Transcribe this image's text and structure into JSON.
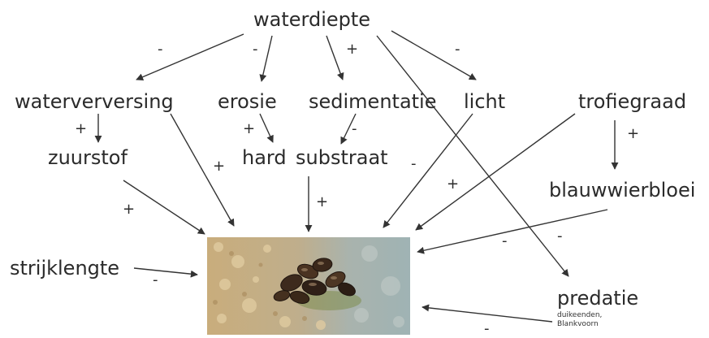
{
  "nodes": {
    "waterdiepte": "waterdiepte",
    "waterverversing": "waterverversing",
    "erosie": "erosie",
    "sedimentatie": "sedimentatie",
    "licht": "licht",
    "trofiegraad": "trofiegraad",
    "zuurstof": "zuurstof",
    "hard": "hard",
    "substraat": "substraat",
    "blauwwierbloei": "blauwwierbloei",
    "strijklengte": "strijklengte",
    "predatie": "predatie"
  },
  "predatie_note_1": "duikeenden,",
  "predatie_note_2": "Blankvoorn",
  "signs": {
    "waterdiepte_waterverversing": "-",
    "waterdiepte_erosie": "-",
    "waterdiepte_sedimentatie": "+",
    "waterdiepte_licht": "-",
    "waterverversing_zuurstof": "+",
    "waterverversing_photo": "+",
    "erosie_hard": "+",
    "sedimentatie_substraat": "-",
    "zuurstof_photo": "+",
    "substraat_photo": "+",
    "licht_photo": "-",
    "trofiegraad_photo": "+",
    "trofiegraad_blauwwierbloei": "+",
    "blauwwierbloei_photo": "-",
    "predatie_photo_path": "-",
    "strijklengte_photo": "-",
    "predatie_photo": "-"
  },
  "photo": {
    "subject": "mussel-cluster-photo"
  },
  "colors": {
    "text": "#2b2b2b",
    "arrow": "#333333"
  }
}
